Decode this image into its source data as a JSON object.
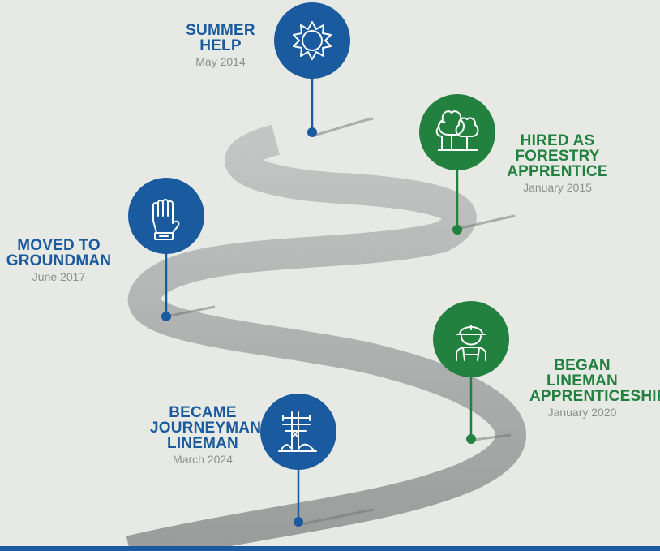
{
  "colors": {
    "blue": "#1a5a9e",
    "green": "#238140",
    "road": "#a9abab",
    "background": "#e6e9e4"
  },
  "milestones": [
    {
      "title": "SUMMER HELP",
      "date": "May 2014",
      "icon": "sun-icon",
      "color": "blue"
    },
    {
      "title": "HIRED AS FORESTRY APPRENTICE",
      "date": "January 2015",
      "icon": "trees-icon",
      "color": "green"
    },
    {
      "title": "MOVED TO GROUNDMAN",
      "date": "June 2017",
      "icon": "glove-icon",
      "color": "blue"
    },
    {
      "title": "BEGAN LINEMAN APPRENTICESHIP",
      "date": "January 2020",
      "icon": "hardhat-worker-icon",
      "color": "green"
    },
    {
      "title": "BECAME JOURNEYMAN LINEMAN",
      "date": "March 2024",
      "icon": "power-line-tower-icon",
      "color": "blue"
    }
  ]
}
